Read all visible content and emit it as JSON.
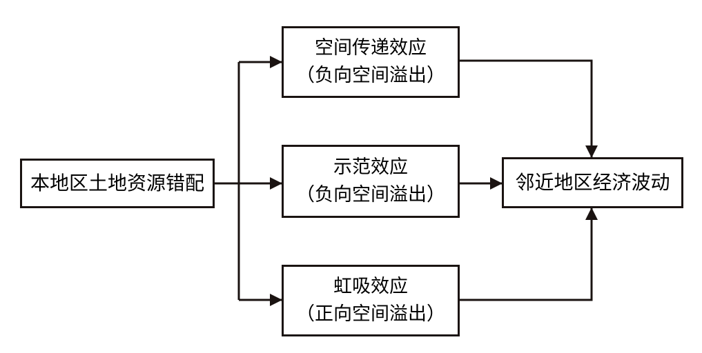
{
  "diagram": {
    "source": {
      "label": "本地区土地资源错配"
    },
    "effects": [
      {
        "title": "空间传递效应",
        "note": "（负向空间溢出）"
      },
      {
        "title": "示范效应",
        "note": "（负向空间溢出）"
      },
      {
        "title": "虹吸效应",
        "note": "（正向空间溢出）"
      }
    ],
    "target": {
      "label": "邻近地区经济波动"
    },
    "colors": {
      "line": "#1a1311",
      "box_border": "#1a1311",
      "background": "#ffffff"
    }
  }
}
